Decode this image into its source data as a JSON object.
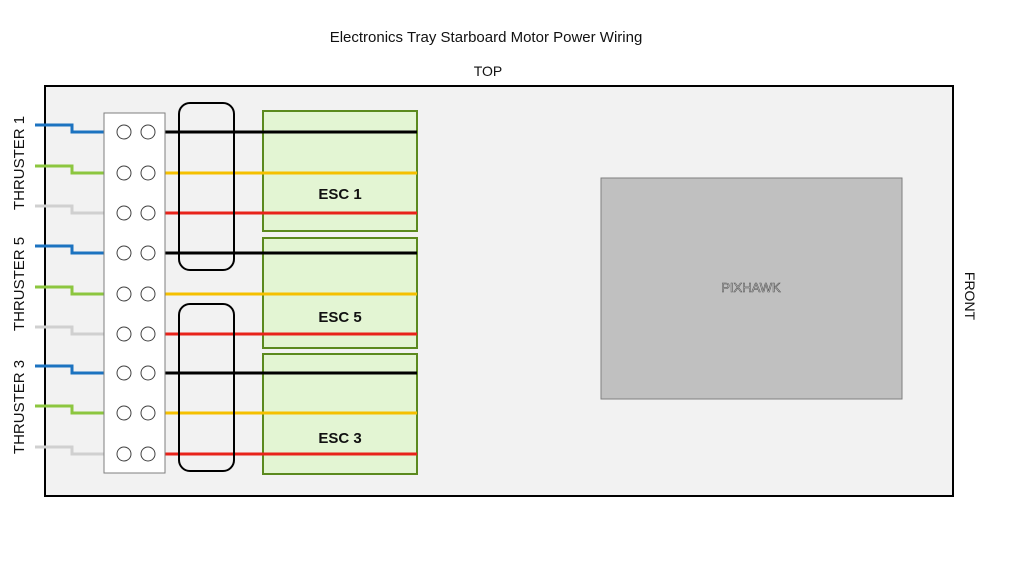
{
  "title": "Electronics Tray Starboard Motor Power Wiring",
  "top_label": "TOP",
  "front_label": "FRONT",
  "thrusters": [
    {
      "label": "THRUSTER 1"
    },
    {
      "label": "THRUSTER 5"
    },
    {
      "label": "THRUSTER 3"
    }
  ],
  "escs": [
    {
      "label": "ESC 1"
    },
    {
      "label": "ESC 5"
    },
    {
      "label": "ESC 3"
    }
  ],
  "pixhawk": {
    "label": "PIXHAWK"
  },
  "colors": {
    "tray_fill": "#f2f2f2",
    "tray_border": "#000000",
    "esc_fill": "#e3f5d3",
    "esc_border": "#5b8a1e",
    "esc_text": "#4f7f2a",
    "pixhawk_fill": "#c0c0c0",
    "pixhawk_border": "#7f7f7f",
    "wire_blue": "#1c73c0",
    "wire_green": "#8cc63f",
    "wire_grey": "#d0d0d0",
    "wire_black": "#000000",
    "wire_yellow": "#f5c000",
    "wire_red": "#e8231a"
  }
}
